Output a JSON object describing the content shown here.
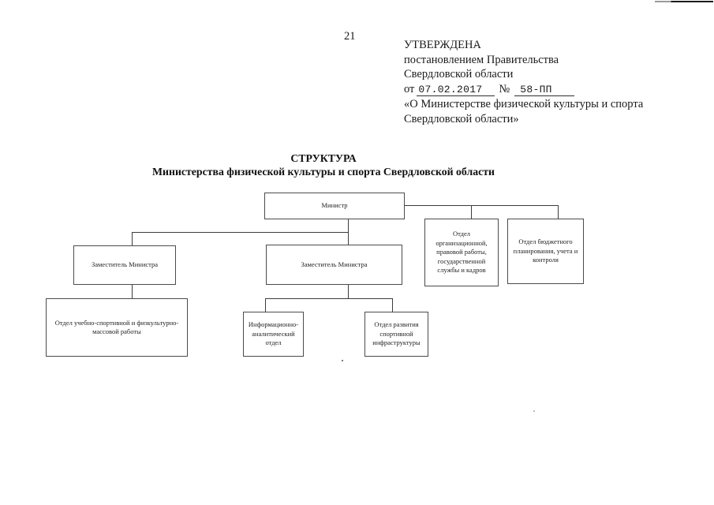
{
  "page": {
    "number": "21"
  },
  "approval": {
    "line1": "УТВЕРЖДЕНА",
    "line2": "постановлением Правительства",
    "line3": "Свердловской области",
    "line4_prefix": "от",
    "date": "07.02.2017",
    "no_sign": "№",
    "number": "58-ПП",
    "line5": "«О Министерстве физической культуры и спорта",
    "line6": "Свердловской области»"
  },
  "title": {
    "line1": "СТРУКТУРА",
    "line2": "Министерства физической культуры и спорта Свердловской области"
  },
  "org_chart": {
    "minister": "Министр",
    "deputy_left": "Заместитель Министра",
    "deputy_center": "Заместитель Министра",
    "dept_org": "Отдел\nорганизационной,\nправовой работы,\nгосударственной\nслужбы и кадров",
    "dept_budget": "Отдел бюджетного\nпланирования, учета и\nконтроля",
    "dept_sport": "Отдел учебно-спортивной и физкультурно-\nмассовой работы",
    "dept_info": "Информационно-\nаналитический\nотдел",
    "dept_infra": "Отдел развития\nспортивной\nинфраструктуры"
  },
  "colors": {
    "text": "#1a1a1a",
    "connector": "#3c3c3c",
    "box_border": "#4b4b4b",
    "background": "#ffffff"
  }
}
